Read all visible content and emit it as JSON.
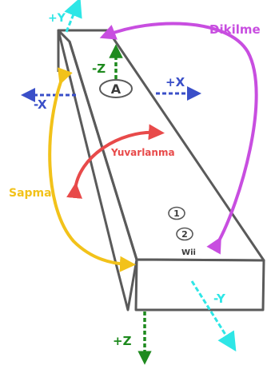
{
  "labels": {
    "dikilme": "Dikilme",
    "yuvarlanma": "Yuvarlanma",
    "sapma": "Sapma",
    "plus_y": "+Y",
    "minus_y": "-Y",
    "plus_x": "+X",
    "minus_x": "-X",
    "minus_z": "-Z",
    "plus_z": "+Z"
  },
  "buttons": {
    "a": "A",
    "one": "1",
    "two": "2",
    "brand": "Wii"
  },
  "colors": {
    "y_axis": "#2ee6e6",
    "x_axis": "#3a4fc8",
    "z_axis": "#1e8a1e",
    "pitch": "#c84ee0",
    "roll": "#e84a4a",
    "yaw": "#f2c21a",
    "outline": "#5a5a5a"
  }
}
